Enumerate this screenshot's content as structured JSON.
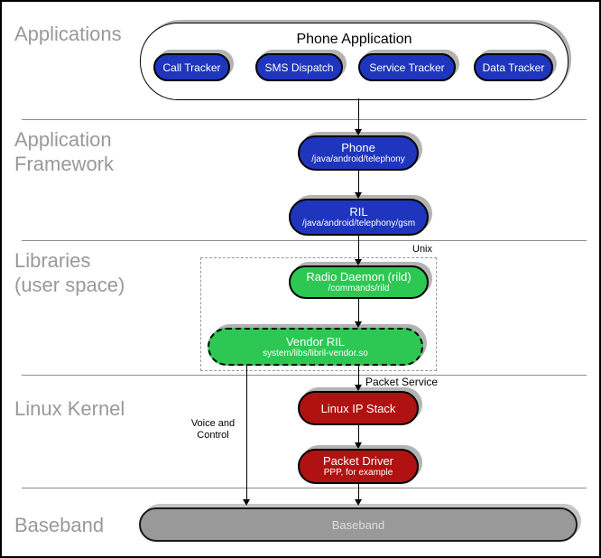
{
  "colors": {
    "app_blue": "#1f35be",
    "library_green": "#2dc853",
    "kernel_red": "#b01111",
    "baseband_gray": "#999999",
    "shadow_gray": "#b3b3b3",
    "section_label_gray": "#999999"
  },
  "section_labels": {
    "applications": "Applications",
    "framework_line1": "Application",
    "framework_line2": "Framework",
    "libraries_line1": "Libraries",
    "libraries_line2": "(user space)",
    "kernel": "Linux Kernel",
    "baseband": "Baseband"
  },
  "applications": {
    "title": "Phone Application",
    "apps": [
      "Call Tracker",
      "SMS Dispatch",
      "Service Tracker",
      "Data Tracker"
    ]
  },
  "framework": {
    "phone_title": "Phone",
    "phone_path": "/java/android/telephony",
    "ril_title": "RIL",
    "ril_path": "/java/android/telephony/gsm"
  },
  "libraries": {
    "unix_label": "Unix",
    "rild_title": "Radio Daemon (rild)",
    "rild_path": "/commands/rild",
    "vendor_title": "Vendor RIL",
    "vendor_path": "system/libs/libril-vendor.so"
  },
  "kernel": {
    "ip_stack_title": "Linux IP Stack",
    "packet_driver_title": "Packet Driver",
    "packet_driver_sub": "PPP, for example"
  },
  "baseband": {
    "title": "Baseband"
  },
  "annotations": {
    "voice_line1": "Voice and",
    "voice_line2": "Control",
    "packet_service": "Packet Service"
  }
}
